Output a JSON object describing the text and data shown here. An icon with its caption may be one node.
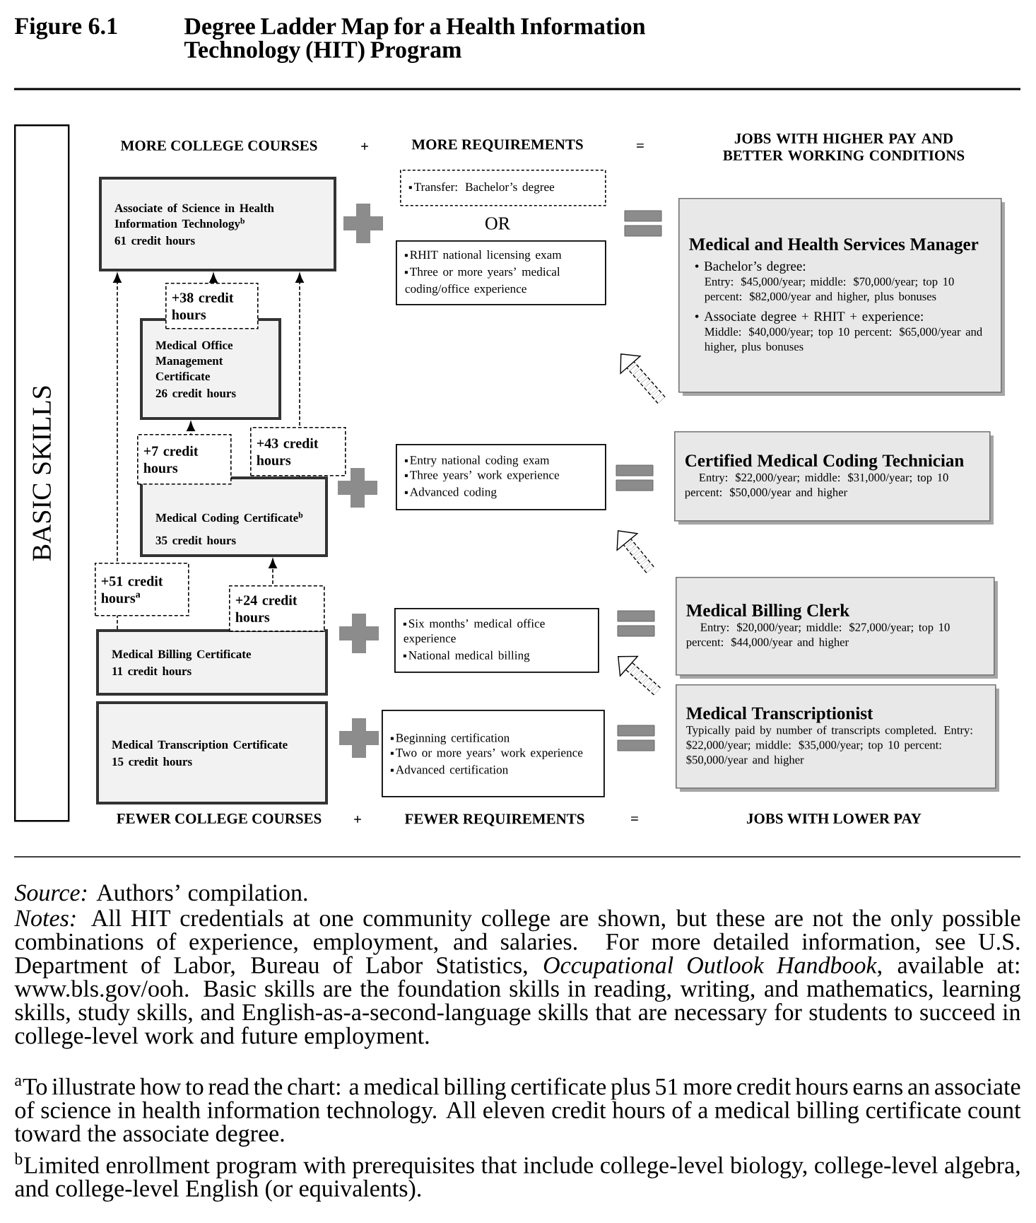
{
  "diagram": {
    "title": "Degree Ladder Map for a Health Information Technology (HIT) Program",
    "caption": "*Source:* Authors’ compilation.",
    "nodes": [
      {
        "text": [
          "BASIC SKILLS"
        ]
      },
      {
        "text": [
          "Associate of Science in Health Information Technology$^{b}$",
          "61 credit hours"
        ]
      },
      {
        "text": [
          "Medical Office Management Certificate",
          "26 credit hours"
        ]
      },
      {
        "text": [
          "Medical Coding Certificate$^{b}$",
          "35 credit hours"
        ]
      },
      {
        "text": [
          "Medical Billing Certificate",
          "11 credit hours"
        ]
      },
      {
        "text": [
          "Medical Transcription Certificate",
          "15 credit hours"
        ]
      },
      {
        "text": [
          "Transfer: Bachelor’s degree"
        ]
      },
      {
        "text": [
          "RHIT national licensing exam",
          "Three or more years’ medical coding/office experience"
        ]
      },
      {
        "text": [
          "Entry national coding exam",
          "Three years’ work experience",
          "Advanced coding"
        ]
      },
      {
        "text": [
          "Six months’ medical office experience",
          "National medical billing"
        ]
      },
      {
        "text": [
          "Beginning certification",
          "Two or more years’ work experience",
          "Advanced certification"
        ]
      },
      {
        "text": [
          "Medical and Health Services Manager",
          "• Bachelor’s degree:",
          "Entry: $45,000/year; middle: $70,000/year; top 10 percent: $82,000/year and higher, plus bonuses",
          "• Associate degree + RHIT + experience:",
          "Middle: $40,000/year; top 10 percent: $65,000/year and higher, plus bonuses"
        ]
      },
      {
        "text": [
          "Certified Medical Coding Technician",
          "Entry: $22,000/year; middle: $31,000/year; top 10 percent: $50,000/year and higher"
        ]
      },
      {
        "text": [
          "Medical Billing Clerk",
          "Entry: $20,000/year; middle: $27,000/year; top 10 percent: $44,000/year and higher"
        ]
      },
      {
        "text": [
          "Medical Transcriptionist",
          "Typically paid by number of transcripts completed. Entry: $22,000/year; middle: $35,000/year; top 10 percent: $50,000/year and higher"
        ]
      }
    ],
    "edges": [
      {
        "from": 2,
        "to": 1,
        "arrow": "to",
        "label": "+38 credit hours",
        "style": "dashed"
      },
      {
        "from": 3,
        "to": 2,
        "arrow": "to",
        "label": "+7 credit hours",
        "style": "dashed"
      },
      {
        "from": 3,
        "to": 1,
        "arrow": "to",
        "label": "+43 credit hours",
        "style": "dashed"
      },
      {
        "from": 4,
        "to": 1,
        "arrow": "to",
        "label": "+51 credit hours$^{a}$",
        "style": "dashed"
      },
      {
        "from": 4,
        "to": 3,
        "arrow": "to",
        "label": "+24 credit hours",
        "style": "dashed"
      }
    ],
    "labels": [
      "Figure 6.1",
      "MORE COLLEGE COURSES",
      "+",
      "MORE REQUIREMENTS",
      "=",
      "JOBS WITH HIGHER PAY AND BETTER WORKING CONDITIONS",
      "OR",
      "FEWER COLLEGE COURSES",
      "+",
      "FEWER REQUIREMENTS",
      "=",
      "JOBS WITH LOWER PAY",
      "*Notes:* All HIT credentials at one community college are shown, but these are not the only possible combinations of experience, employment, and salaries. For more detailed information, see U.S. Department of Labor, Bureau of Labor Statistics, *Occupational Outlook Handbook*, available at: www.bls.gov/ooh. Basic skills are the foundation skills in reading, writing, and mathematics, learning skills, study skills, and English-as-a-second-language skills that are necessary for students to succeed in college-level work and future employment.",
      "$^{a}$To illustrate how to read the chart: a medical billing certificate plus 51 more credit hours earns an associate of science in health information technology. All eleven credit hours of a medical billing certificate count toward the associate degree.",
      "$^{b}$Limited enrollment program with prerequisites that include college-level biology, college-level algebra, and college-level English (or equivalents)."
    ]
  }
}
